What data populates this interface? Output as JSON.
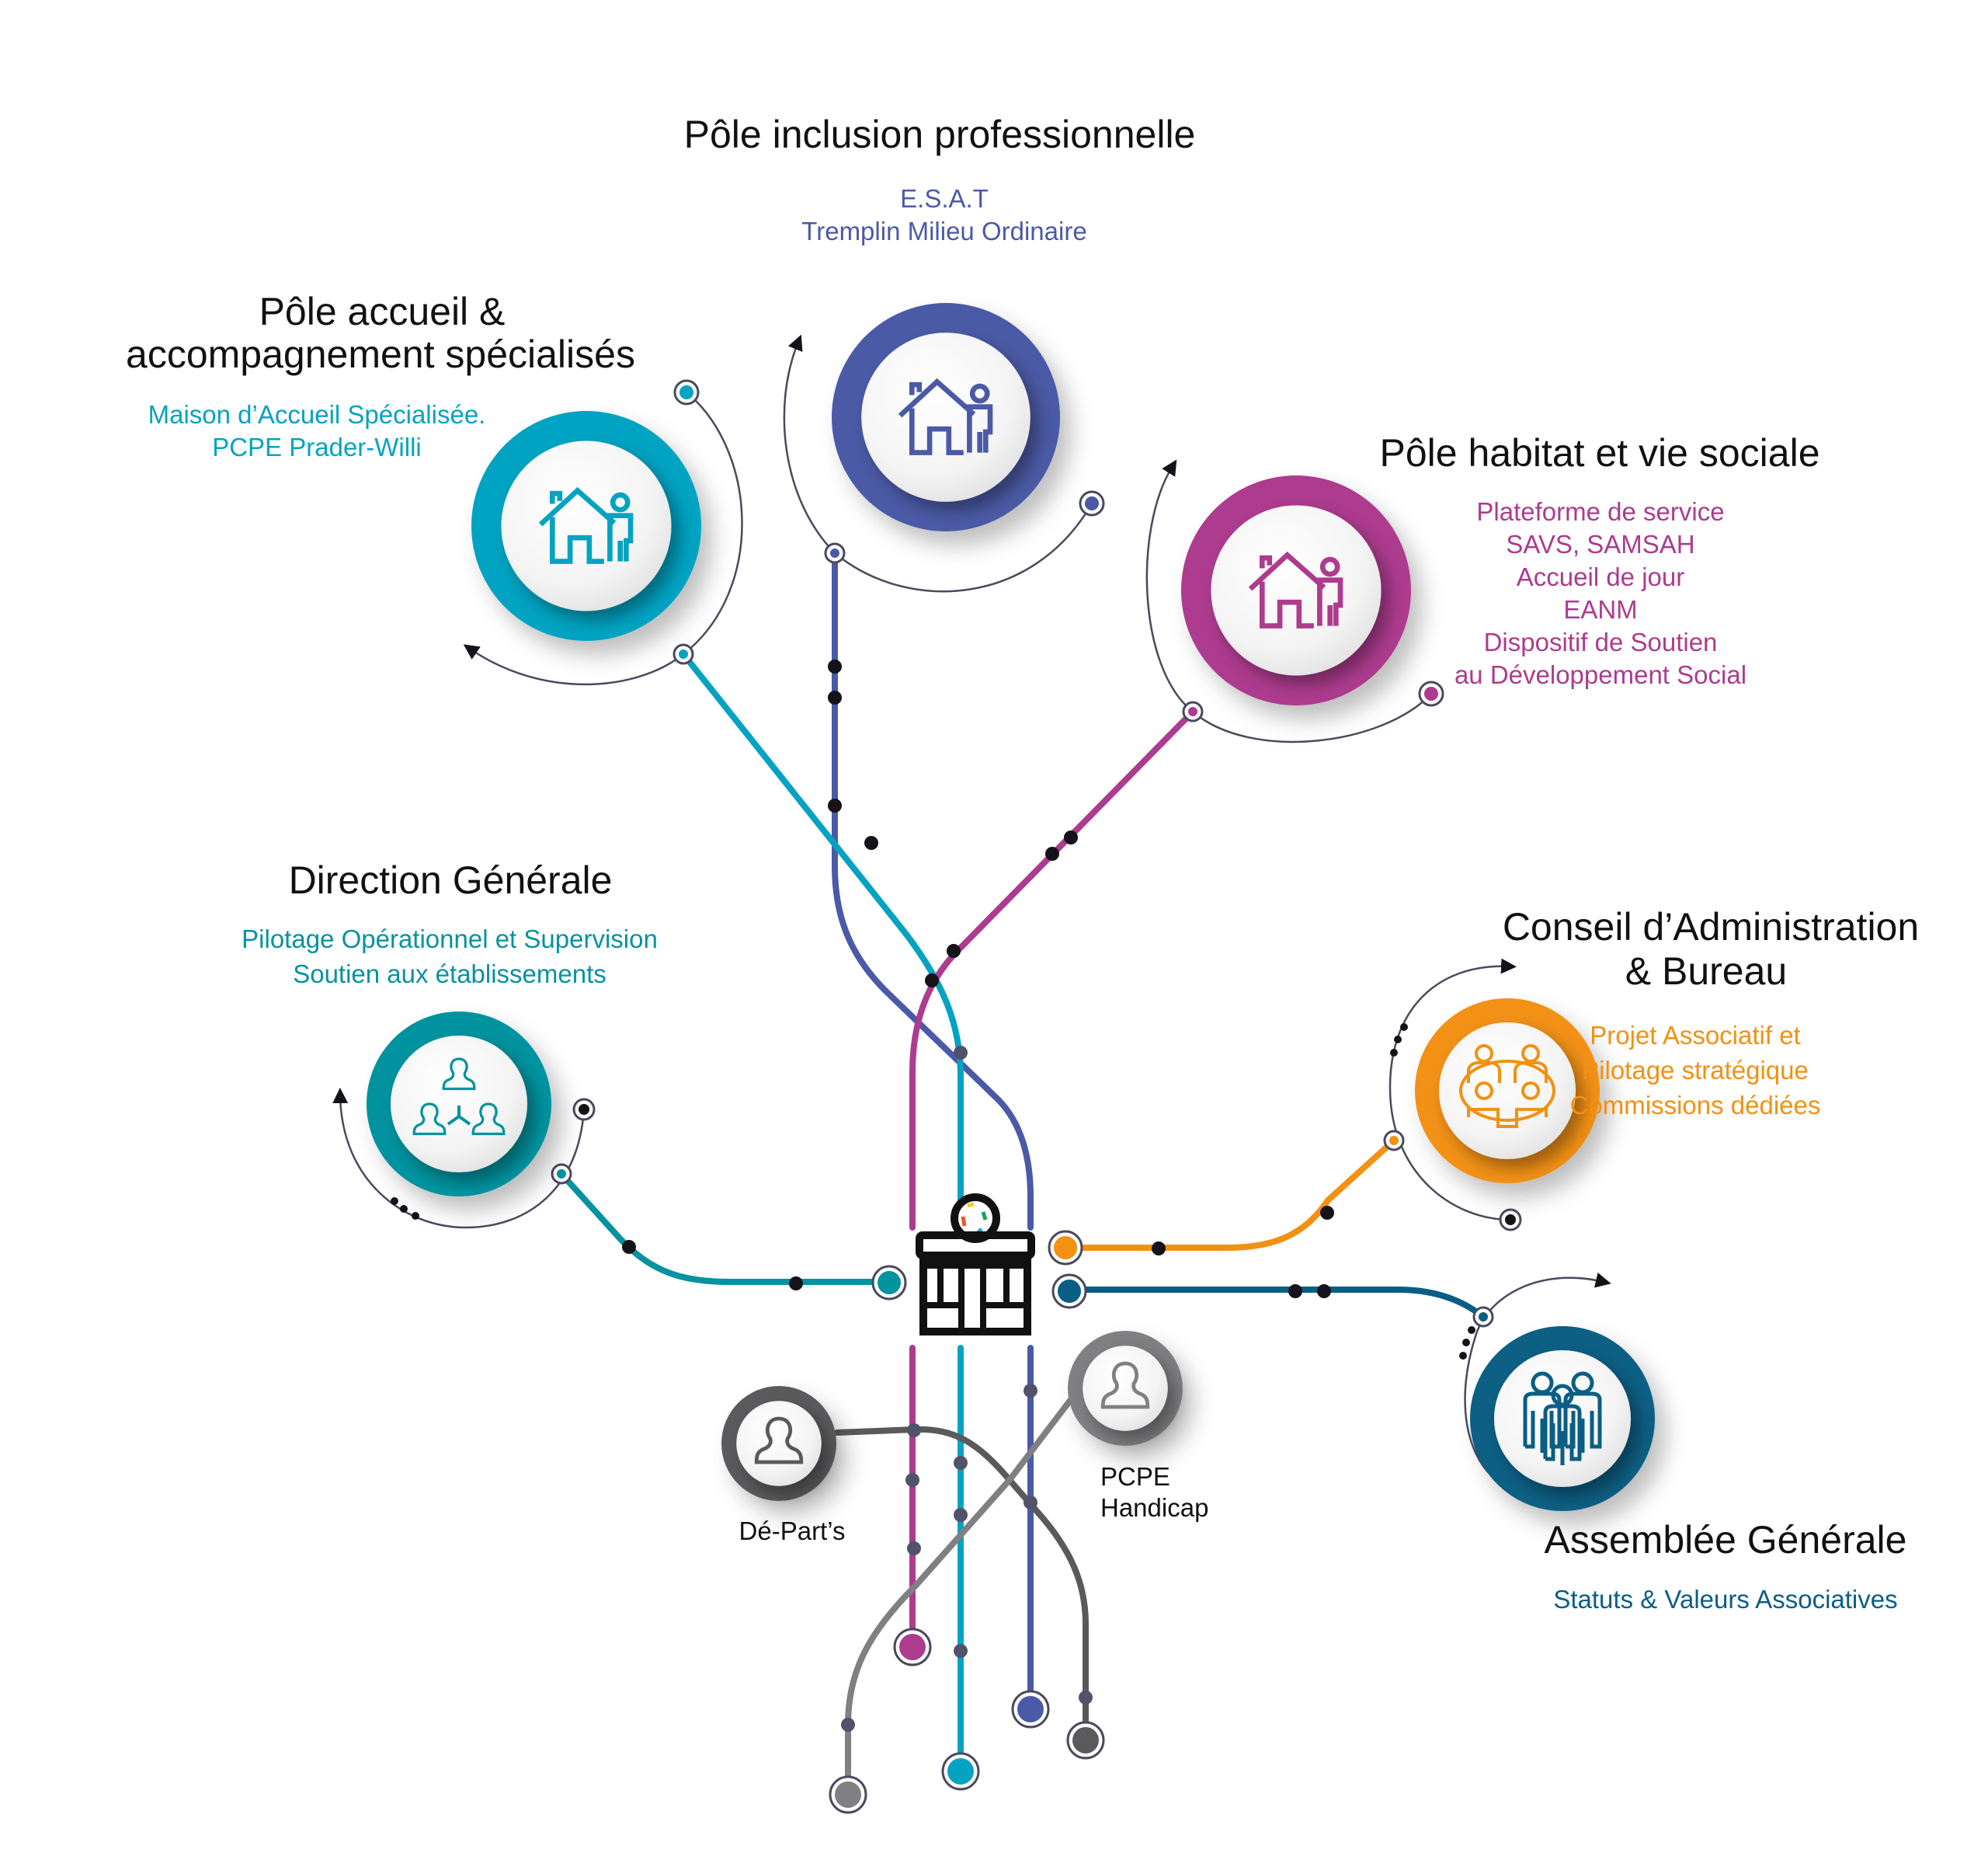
{
  "colors": {
    "inclusion": "#4b5aa6",
    "accueil": "#04a3c2",
    "habitat": "#ad3b8e",
    "direction": "#05939f",
    "conseil": "#f29112",
    "assemblee": "#0a5e84",
    "departs": "#5a5a5c",
    "pcpe": "#808083",
    "station": "#16121a",
    "arc": "#4a4a5e"
  },
  "nodes": {
    "inclusion": {
      "title": "Pôle inclusion professionnelle",
      "lines": [
        "E.S.A.T",
        "Tremplin Milieu Ordinaire"
      ],
      "icon": "house-person-icon"
    },
    "accueil": {
      "title_lines": [
        "Pôle accueil &",
        "accompagnement spécialisés"
      ],
      "lines": [
        "Maison d’Accueil Spécialisée.",
        "PCPE Prader-Willi"
      ],
      "icon": "house-person-icon"
    },
    "habitat": {
      "title": "Pôle habitat et vie sociale",
      "lines": [
        "Plateforme de service",
        "SAVS, SAMSAH",
        "Accueil de jour",
        "EANM",
        "Dispositif de Soutien",
        "au Développement Social"
      ],
      "icon": "house-person-icon"
    },
    "direction": {
      "title": "Direction Générale",
      "lines": [
        "Pilotage Opérationnel et Supervision",
        "Soutien aux établissements"
      ],
      "icon": "org-people-icon"
    },
    "conseil": {
      "title_lines": [
        "Conseil d’Administration",
        "& Bureau"
      ],
      "lines": [
        "Projet Associatif et",
        "Pilotage stratégique",
        "Commissions dédiées"
      ],
      "icon": "meeting-table-icon"
    },
    "assemblee": {
      "title": "Assemblée Générale",
      "lines": [
        "Statuts & Valeurs Associatives"
      ],
      "icon": "group-people-icon"
    },
    "departs": {
      "label": "Dé-Part’s",
      "icon": "person-icon"
    },
    "pcpe": {
      "label_lines": [
        "PCPE",
        "Handicap"
      ],
      "icon": "person-icon"
    },
    "center": {
      "icon": "building-icon"
    }
  }
}
